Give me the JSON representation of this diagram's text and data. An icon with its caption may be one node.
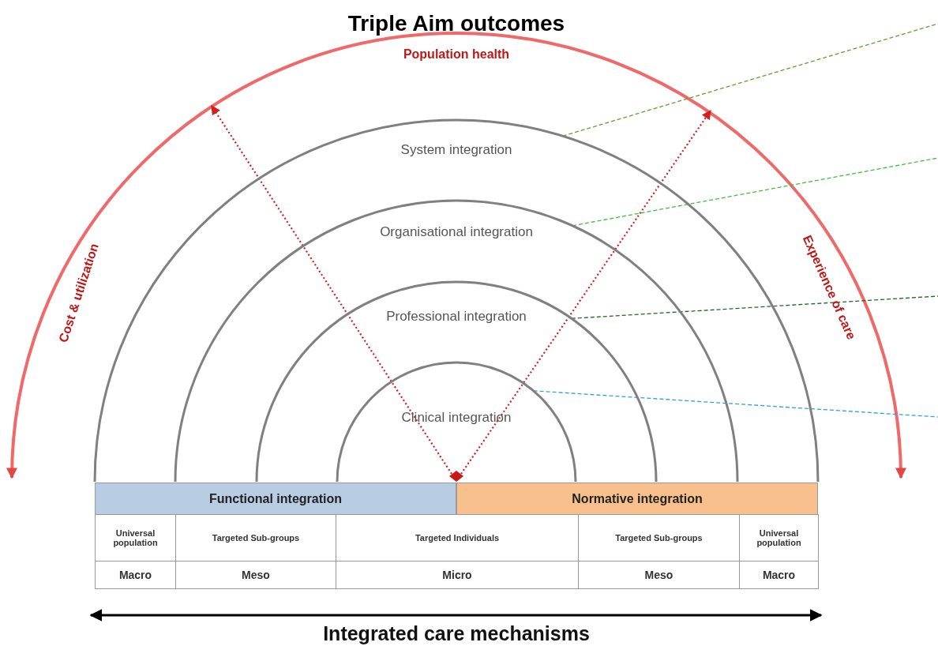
{
  "diagram": {
    "title": "Triple Aim outcomes",
    "nodes": [
      {
        "text": [
          "System integration"
        ]
      },
      {
        "text": [
          "Organisational integration"
        ],
        "in": 0
      },
      {
        "text": [
          "Professional integration"
        ],
        "in": 1
      },
      {
        "text": [
          "Clinical integration"
        ],
        "in": 2
      },
      {
        "text": [
          "Functional integration"
        ]
      },
      {
        "text": [
          "Normative integration"
        ]
      },
      {
        "text": [],
        "shape": "diamond",
        "in": 3
      }
    ],
    "edges": [
      {
        "from": 6,
        "to": null,
        "arrow": "to",
        "style": "dashed",
        "color": "#d02020"
      },
      {
        "from": 6,
        "to": null,
        "arrow": "to",
        "style": "dashed",
        "color": "#d02020"
      },
      {
        "from": 0,
        "to": null,
        "arrow": "none",
        "style": "dashed",
        "color": "#6a9a30"
      },
      {
        "from": 1,
        "to": null,
        "arrow": "none",
        "style": "dashed",
        "color": "#3cc03c"
      },
      {
        "from": 2,
        "to": null,
        "arrow": "none",
        "style": "dashed",
        "color": "#1e6a1e"
      },
      {
        "from": 3,
        "to": null,
        "arrow": "none",
        "style": "dashed",
        "color": "#2aa0e0"
      }
    ],
    "labels": [
      "Population health",
      "Cost & utilization",
      "Experience of care",
      "Universal population",
      "Targeted Sub-groups",
      "Targeted Individuals",
      "Targeted Sub-groups",
      "Universal population",
      "Macro",
      "Meso",
      "Micro",
      "Meso",
      "Macro",
      "Integrated care mechanisms"
    ]
  }
}
